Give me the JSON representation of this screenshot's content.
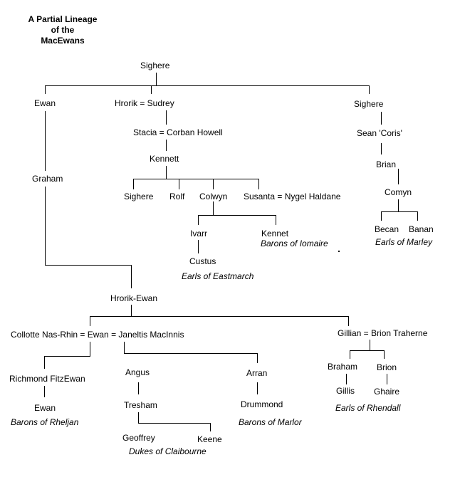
{
  "title": {
    "line1": "A Partial Lineage",
    "line2": "of the",
    "line3": "MacEwans"
  },
  "people": {
    "sighere_root": "Sighere",
    "ewan_1": "Ewan",
    "hrorik_sudrey": "Hrorik = Sudrey",
    "sighere_2": "Sighere",
    "stacia_corban": "Stacia = Corban Howell",
    "sean_coris": "Sean 'Coris'",
    "kennett": "Kennett",
    "brian": "Brian",
    "graham": "Graham",
    "sighere_3": "Sighere",
    "rolf": "Rolf",
    "colwyn": "Colwyn",
    "susanta_nygel": "Susanta = Nygel Haldane",
    "comyn": "Comyn",
    "ivarr": "Ivarr",
    "kennet": "Kennet",
    "becan": "Becan",
    "banan": "Banan",
    "custus": "Custus",
    "hrorik_ewan": "Hrorik-Ewan",
    "collotte_ewan_janeltis": "Collotte Nas-Rhin = Ewan = Janeltis MacInnis",
    "gillian_brion": "Gillian = Brion Traherne",
    "braham": "Braham",
    "brion": "Brion",
    "richmond": "Richmond FitzEwan",
    "angus": "Angus",
    "arran": "Arran",
    "gillis": "Gillis",
    "ghaire": "Ghaire",
    "ewan_rheljan": "Ewan",
    "tresham": "Tresham",
    "drummond": "Drummond",
    "geoffrey": "Geoffrey",
    "keene": "Keene"
  },
  "titles": {
    "barons_iomaire": "Barons of Iomaire",
    "earls_marley": "Earls of Marley",
    "earls_eastmarch": "Earls of Eastmarch",
    "earls_rhendall": "Earls of Rhendall",
    "barons_rheljan": "Barons of Rheljan",
    "barons_marlor": "Barons of Marlor",
    "dukes_claibourne": "Dukes of Claibourne"
  }
}
